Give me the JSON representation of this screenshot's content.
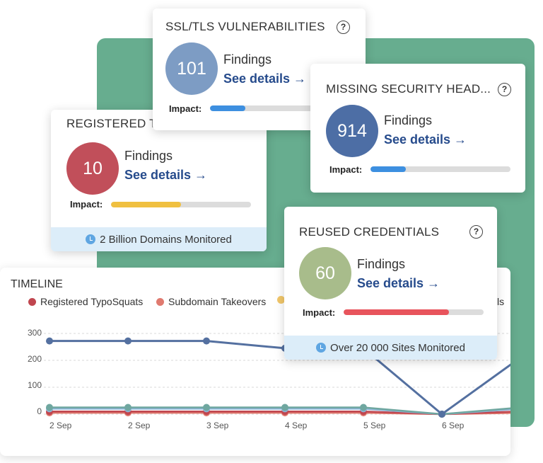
{
  "cards": {
    "ssl": {
      "title": "SSL/TLS VULNERABILITIES",
      "count": "101",
      "findings_label": "Findings",
      "details_label": "See details →",
      "impact_label": "Impact:",
      "impact_level": 0.25,
      "color": "#7d9cc4",
      "bar_color": "#3d8fe0"
    },
    "headers": {
      "title": "MISSING SECURITY HEAD...",
      "count": "914",
      "findings_label": "Findings",
      "details_label": "See details →",
      "impact_label": "Impact:",
      "impact_level": 0.25,
      "color": "#4d6ea5",
      "bar_color": "#3d8fe0"
    },
    "typosquats": {
      "title": "REGISTERED T",
      "count": "10",
      "findings_label": "Findings",
      "details_label": "See details →",
      "impact_label": "Impact:",
      "impact_level": 0.5,
      "color": "#c14f5a",
      "bar_color": "#f0c040",
      "footer": "2 Billion Domains Monitored"
    },
    "credentials": {
      "title": "REUSED CREDENTIALS",
      "count": "60",
      "findings_label": "Findings",
      "details_label": "See details →",
      "impact_label": "Impact:",
      "impact_level": 0.75,
      "color": "#a8bc8b",
      "bar_color": "#e8545c",
      "footer": "Over 20 000 Sites Monitored"
    }
  },
  "help_glyph": "?",
  "timeline": {
    "title": "TIMELINE",
    "legend": [
      {
        "name": "Registered TypoSquats",
        "color": "#c0464f"
      },
      {
        "name": "Subdomain Takeovers",
        "color": "#e07a6f"
      },
      {
        "name": "",
        "color": "#f2c76a"
      },
      {
        "name": "ls",
        "color": "#ffffff"
      }
    ]
  },
  "chart_data": {
    "type": "line",
    "x": [
      "2 Sep",
      "2 Sep",
      "3 Sep",
      "4 Sep",
      "5 Sep",
      "6 Sep",
      ""
    ],
    "yticks": [
      "300",
      "200",
      "100",
      "0"
    ],
    "ylim": [
      0,
      300
    ],
    "series": [
      {
        "color": "#5470a0",
        "values": [
          272,
          272,
          272,
          245,
          245,
          0,
          210
        ]
      },
      {
        "color": "#6fa7a0",
        "values": [
          25,
          25,
          25,
          25,
          25,
          0,
          25
        ]
      },
      {
        "color": "#8fb3d6",
        "values": [
          20,
          20,
          20,
          20,
          20,
          0,
          20
        ]
      },
      {
        "color": "#c0464f",
        "values": [
          10,
          10,
          10,
          10,
          10,
          0,
          10
        ]
      },
      {
        "color": "#e07a6f",
        "values": [
          5,
          5,
          5,
          5,
          5,
          0,
          5
        ]
      }
    ]
  }
}
